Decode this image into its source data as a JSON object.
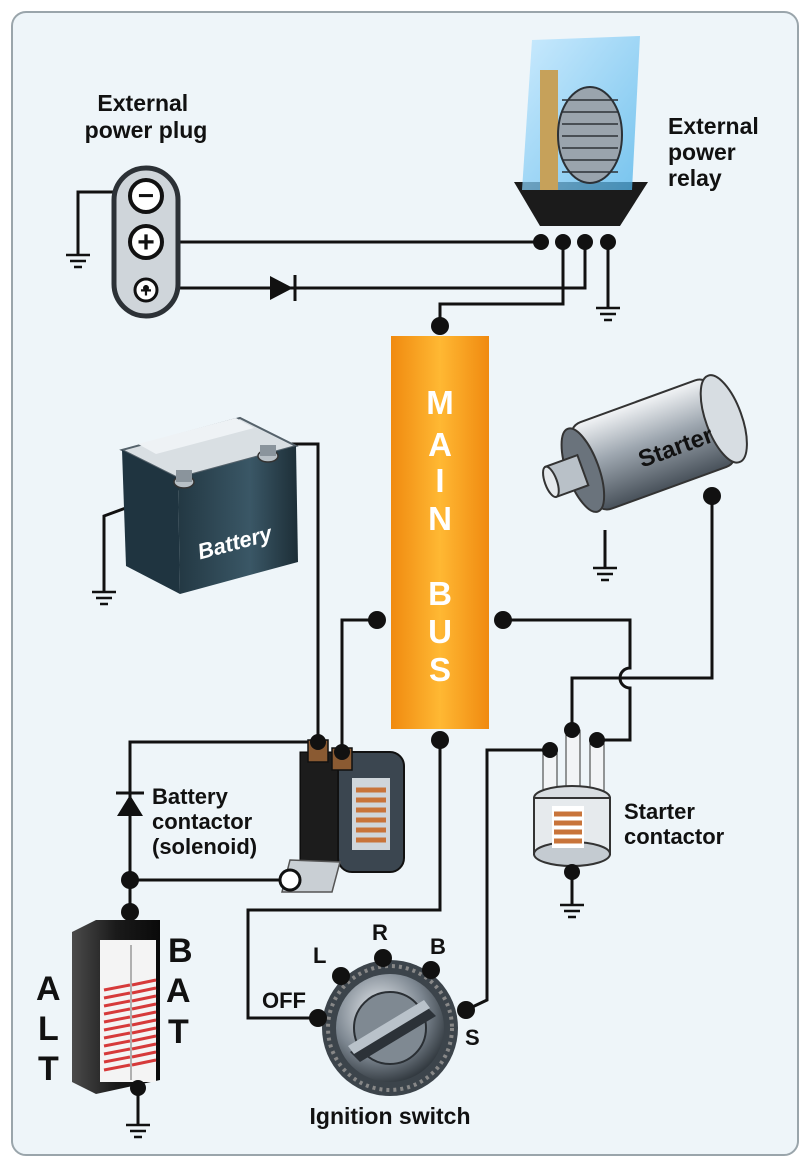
{
  "labels": {
    "external_power_plug": [
      "External",
      "power plug"
    ],
    "external_power_relay": [
      "External",
      "power",
      "relay"
    ],
    "main_bus_letters": [
      "M",
      "A",
      "I",
      "N",
      "B",
      "U",
      "S"
    ],
    "battery": "Battery",
    "starter": "Starter",
    "battery_contactor": [
      "Battery",
      "contactor",
      "(solenoid)"
    ],
    "starter_contactor": [
      "Starter",
      "contactor"
    ],
    "ignition_switch": "Ignition switch",
    "switch_positions": {
      "off": "OFF",
      "l": "L",
      "r": "R",
      "b": "B",
      "s": "S"
    },
    "master_switch_alt": [
      "A",
      "L",
      "T"
    ],
    "master_switch_bat": [
      "B",
      "A",
      "T"
    ],
    "plug_symbols": {
      "minus": "−",
      "plus": "+",
      "small_plus": "+"
    }
  },
  "colors": {
    "page_background": "#eef5f9",
    "frame": "#9aa5ab",
    "wire": "#111111",
    "bus_orange": "#f7a21b",
    "bus_text": "#ffffff",
    "battery_body": "#2f4a57",
    "switch_red": "#d63a3a",
    "coil_copper": "#c8743a"
  }
}
